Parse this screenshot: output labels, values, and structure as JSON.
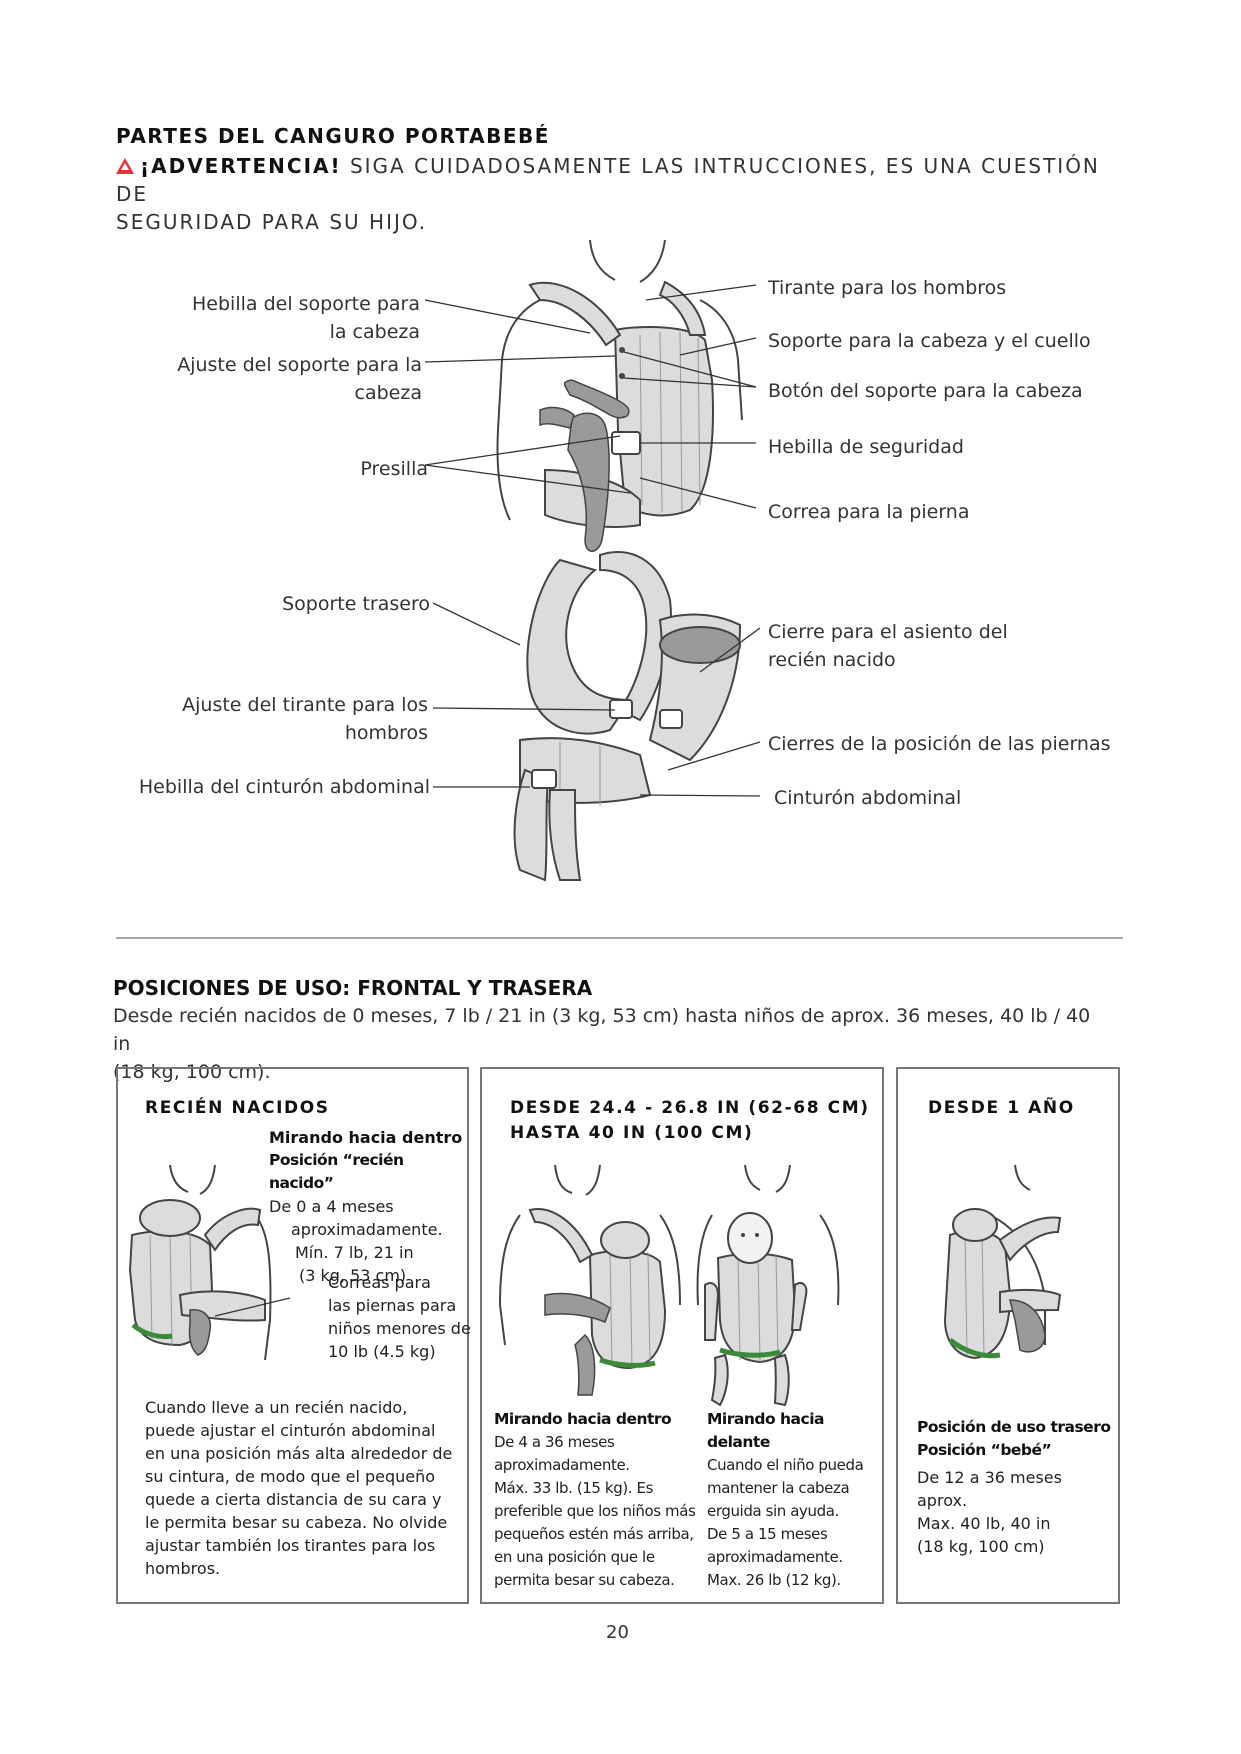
{
  "parts_section": {
    "title": "PARTES DEL CANGURO PORTABEBÉ",
    "warning_strong": "¡ADVERTENCIA!",
    "warning_text_1": " SIGA CUIDADOSAMENTE LAS INTRUCCIONES, ES UNA CUESTIÓN DE",
    "warning_text_2": "SEGURIDAD PARA SU HIJO."
  },
  "front_diagram": {
    "left_labels": {
      "head_buckle_1": "Hebilla del soporte para",
      "head_buckle_2": "la cabeza",
      "head_adjust_1": "Ajuste del soporte para la",
      "head_adjust_2": "cabeza",
      "loop": "Presilla"
    },
    "right_labels": {
      "shoulder_strap": "Tirante para los hombros",
      "head_neck_support": "Soporte para la cabeza y el cuello",
      "head_button": "Botón del soporte para la cabeza",
      "safety_buckle": "Hebilla de seguridad",
      "leg_strap": "Correa para la pierna"
    }
  },
  "back_diagram": {
    "left_labels": {
      "back_support": "Soporte trasero",
      "shoulder_adjust_1": "Ajuste del tirante para los",
      "shoulder_adjust_2": "hombros",
      "waist_buckle": "Hebilla del cinturón abdominal"
    },
    "right_labels": {
      "newborn_seat_1": "Cierre para el asiento del",
      "newborn_seat_2": "recién nacido",
      "leg_position": "Cierres de la posición de las piernas",
      "waist_belt": "Cinturón abdominal"
    }
  },
  "positions_section": {
    "title": "POSICIONES DE USO: FRONTAL Y TRASERA",
    "subtitle_1": "Desde recién nacidos de 0 meses, 7 lb / 21 in (3 kg, 53 cm) hasta niños de aprox. 36 meses, 40 lb / 40 in",
    "subtitle_2": "(18 kg, 100 cm)."
  },
  "box_newborn": {
    "heading": "RECIÉN NACIDOS",
    "facing": "Mirando hacia dentro",
    "position": "Posición “recién nacido”",
    "age_1": "De 0 a 4 meses",
    "age_2": "aproximadamente.",
    "min_1": "Mín. 7 lb, 21 in",
    "min_2": "(3 kg, 53 cm)",
    "legstraps_1": "Correas para",
    "legstraps_2": "las piernas para",
    "legstraps_3": "niños menores de",
    "legstraps_4": "10 lb (4.5 kg)",
    "note": [
      "Cuando lleve a un recién nacido,",
      "puede ajustar el cinturón abdominal",
      "en una posición más alta alrededor de",
      "su cintura, de modo que el pequeño",
      "quede a cierta distancia de su cara y",
      "le permita besar su cabeza. No olvide",
      "ajustar también los tirantes para los",
      "hombros."
    ]
  },
  "box_middle": {
    "heading_1": "DESDE 24.4 - 26.8 IN (62-68 CM)",
    "heading_2": "HASTA 40 IN (100 CM)",
    "inward": {
      "title": "Mirando hacia dentro",
      "lines": [
        "De 4 a 36 meses",
        "aproximadamente.",
        "Máx. 33 lb. (15 kg). Es",
        "preferible que los niños más",
        "pequeños estén más arriba,",
        "en una posición que le",
        "permita besar su cabeza."
      ]
    },
    "outward": {
      "title_1": "Mirando hacia",
      "title_2": "delante",
      "lines": [
        "Cuando el niño pueda",
        "mantener la cabeza",
        "erguida sin ayuda.",
        "De 5 a 15 meses",
        "aproximadamente.",
        "Max. 26 lb (12 kg)."
      ]
    }
  },
  "box_year": {
    "heading": "DESDE 1 AÑO",
    "title_1": "Posición de uso trasero",
    "title_2": "Posición “bebé”",
    "lines": [
      "De 12 a 36 meses aprox.",
      "Max. 40 lb, 40 in",
      "(18 kg, 100 cm)"
    ]
  },
  "footer": {
    "page_number": "20"
  },
  "colors": {
    "warning_red": "#e0343a",
    "leg_strap_green": "#3a8a3a",
    "box_border": "#777777"
  }
}
